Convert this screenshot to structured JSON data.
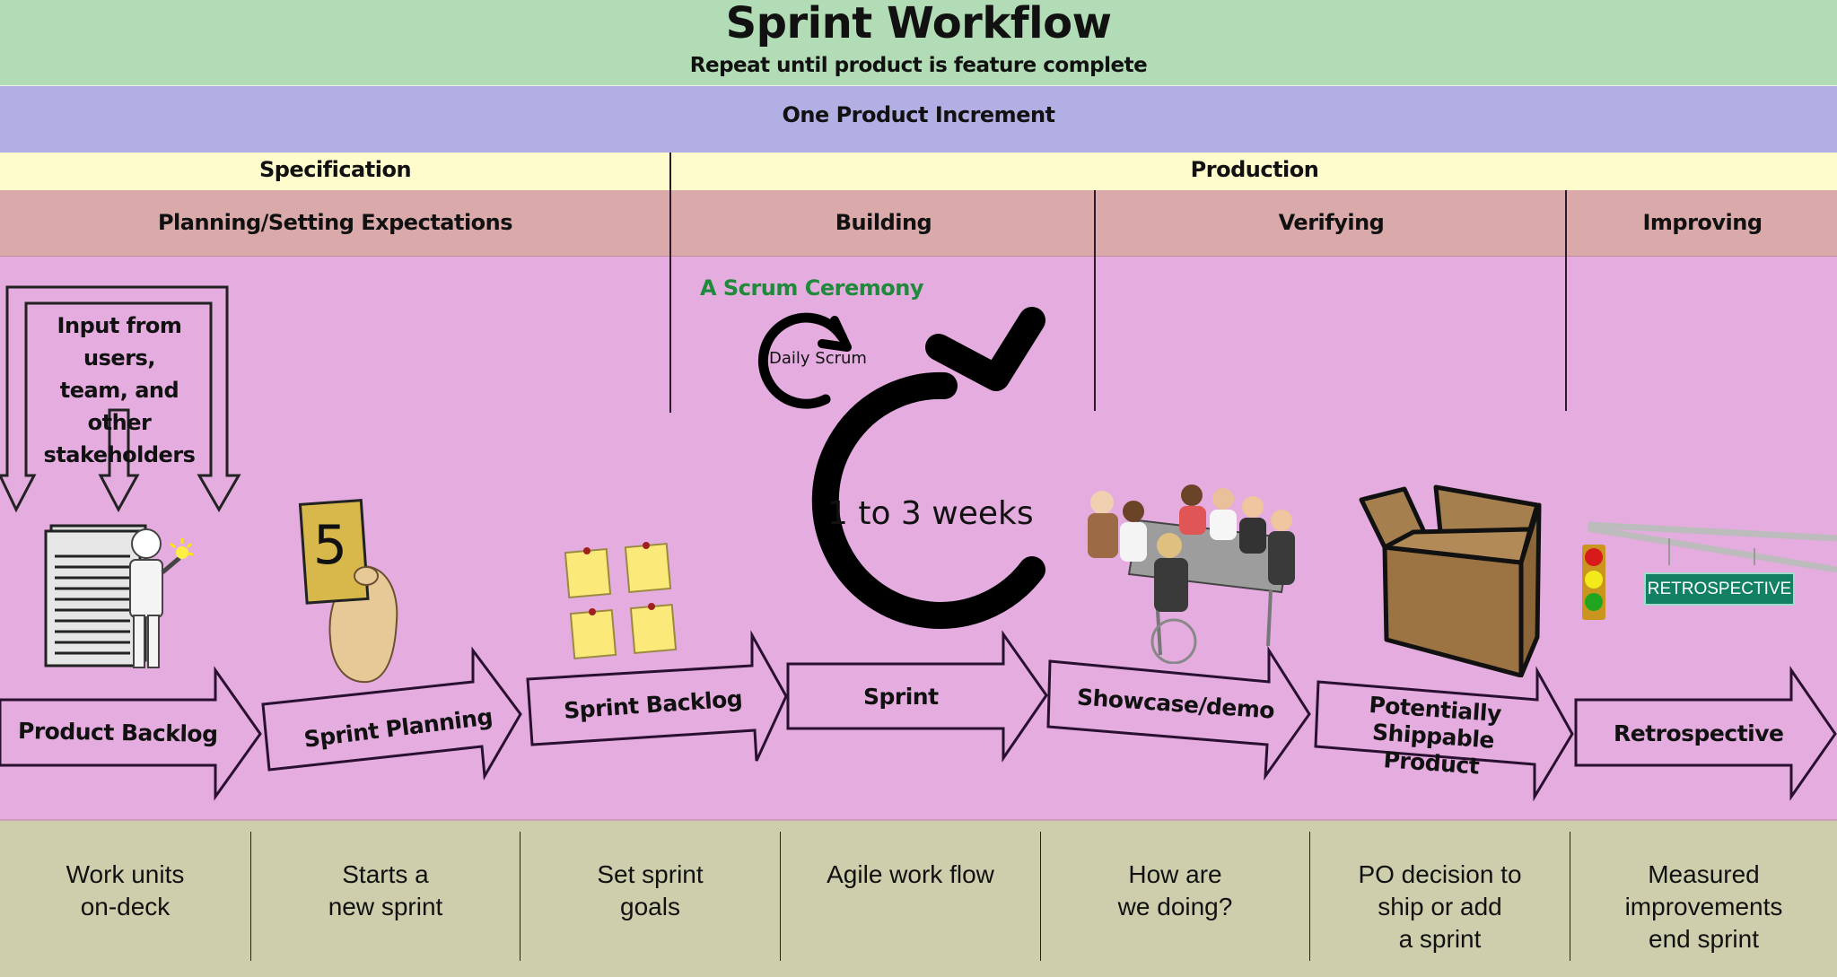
{
  "header": {
    "title": "Sprint Workflow",
    "subtitle": "Repeat until product is feature complete"
  },
  "increment": {
    "label": "One Product Increment"
  },
  "phases": [
    {
      "label": "Specification"
    },
    {
      "label": "Production"
    }
  ],
  "stages": [
    {
      "label": "Planning/Setting Expectations"
    },
    {
      "label": "Building"
    },
    {
      "label": "Verifying"
    },
    {
      "label": "Improving"
    }
  ],
  "input_box": {
    "label": "Input from users,\nteam, and other\nstakeholders"
  },
  "ceremony": {
    "caption": "A Scrum Ceremony",
    "daily_label": "Daily Scrum",
    "cycle_label": "1 to 3 weeks",
    "caption_color": "#1f8a3a"
  },
  "retro_sign": {
    "label": "RETROSPECTIVE",
    "color": "#128063"
  },
  "poker_card": {
    "value": "5"
  },
  "steps": [
    {
      "label": "Product Backlog",
      "note": "Work units\non-deck",
      "icon": "product-owner-document-icon"
    },
    {
      "label": "Sprint Planning",
      "note": "Starts a\nnew sprint",
      "icon": "planning-poker-card-icon"
    },
    {
      "label": "Sprint Backlog",
      "note": "Set sprint\ngoals",
      "icon": "sticky-notes-icon"
    },
    {
      "label": "Sprint",
      "note": "Agile work flow",
      "icon": "cycle-arrow-icon"
    },
    {
      "label": "Showcase/demo",
      "note": "How are\nwe doing?",
      "icon": "team-meeting-icon"
    },
    {
      "label": "Potentially Shippable\nProduct",
      "note": "PO decision to\nship or add\n a sprint",
      "icon": "cardboard-box-icon"
    },
    {
      "label": "Retrospective",
      "note": "Measured\nimprovements\nend sprint",
      "icon": "traffic-light-sign-icon"
    }
  ],
  "colors": {
    "title_band": "#b2dcb5",
    "increment_band": "#b2afe5",
    "phase_band": "#fefccc",
    "stage_band": "#daaaaa",
    "main_band": "#e4acdf",
    "notes_band": "#cecead"
  }
}
